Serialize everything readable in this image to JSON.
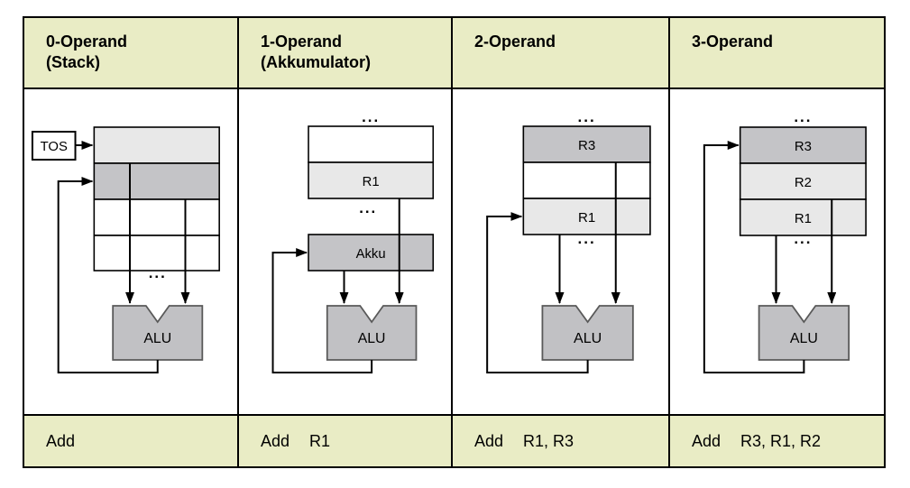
{
  "colors": {
    "band_bg": "#e9ecc5",
    "cell_light": "#e8e8e8",
    "cell_dark": "#c4c4c7",
    "alu_fill": "#c1c1c4",
    "alu_stroke": "#595959"
  },
  "table": {
    "columns": [
      {
        "header_lines": [
          "0-Operand",
          "(Stack)"
        ],
        "instruction": {
          "opcode": "Add",
          "operands": ""
        },
        "diagram": {
          "tos_label": "TOS",
          "dots_bottom": "...",
          "alu_label": "ALU"
        }
      },
      {
        "header_lines": [
          "1-Operand",
          "(Akkumulator)"
        ],
        "instruction": {
          "opcode": "Add",
          "operands": "R1"
        },
        "diagram": {
          "dots_top": "...",
          "dots_bottom": "...",
          "cells": [
            "",
            "R1"
          ],
          "akku_label": "Akku",
          "alu_label": "ALU"
        }
      },
      {
        "header_lines": [
          "2-Operand"
        ],
        "instruction": {
          "opcode": "Add",
          "operands": "R1, R3"
        },
        "diagram": {
          "dots_top": "...",
          "dots_bottom": "...",
          "cells": [
            "R3",
            "",
            "R1"
          ],
          "alu_label": "ALU"
        }
      },
      {
        "header_lines": [
          "3-Operand"
        ],
        "instruction": {
          "opcode": "Add",
          "operands": "R3, R1, R2"
        },
        "diagram": {
          "dots_top": "...",
          "dots_bottom": "...",
          "cells": [
            "R3",
            "R2",
            "R1"
          ],
          "alu_label": "ALU"
        }
      }
    ]
  }
}
